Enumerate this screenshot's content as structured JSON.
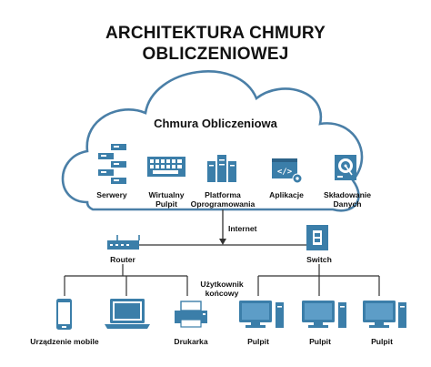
{
  "title": {
    "line1": "ARCHITEKTURA CHMURY",
    "line2": "OBLICZENIOWEJ"
  },
  "cloud": {
    "title": "Chmura Obliczeniowa",
    "items": [
      {
        "label": [
          "Serwery"
        ],
        "icon": "servers-icon"
      },
      {
        "label": [
          "Wirtualny",
          "Pulpit"
        ],
        "icon": "keyboard-icon"
      },
      {
        "label": [
          "Platforma",
          "Oprogramowania"
        ],
        "icon": "server-racks-icon"
      },
      {
        "label": [
          "Aplikacje"
        ],
        "icon": "code-window-icon"
      },
      {
        "label": [
          "Składowanie",
          "Danych"
        ],
        "icon": "hard-drive-icon"
      }
    ]
  },
  "connection": {
    "internet": "Internet"
  },
  "network": {
    "router": "Router",
    "switch": "Switch",
    "user_label": [
      "Użytkownik",
      "końcowy"
    ]
  },
  "devices": {
    "mobile": "Urządzenie mobile",
    "laptop": "",
    "printer": "Drukarka",
    "desktops": [
      "Pulpit",
      "Pulpit",
      "Pulpit"
    ]
  },
  "colors": {
    "icon_blue": "#3b7ea9",
    "line": "#333333",
    "cloud_stroke": "#4a7fa7"
  }
}
